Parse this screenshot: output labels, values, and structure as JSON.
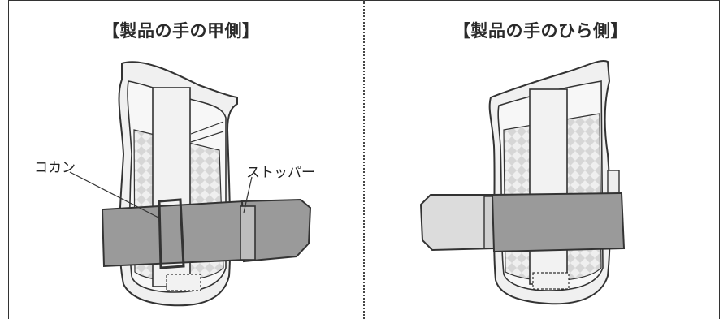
{
  "titles": {
    "back_of_hand": "【製品の手の甲側】",
    "palm_side": "【製品の手のひら側】"
  },
  "labels": {
    "kokan": "コカン",
    "stopper": "ストッパー"
  },
  "colors": {
    "outline": "#333333",
    "pad_light": "#eeeeee",
    "mesh": "#d8d8d8",
    "strap": "#9a9a9a",
    "strap_end": "#d9d9d9"
  }
}
